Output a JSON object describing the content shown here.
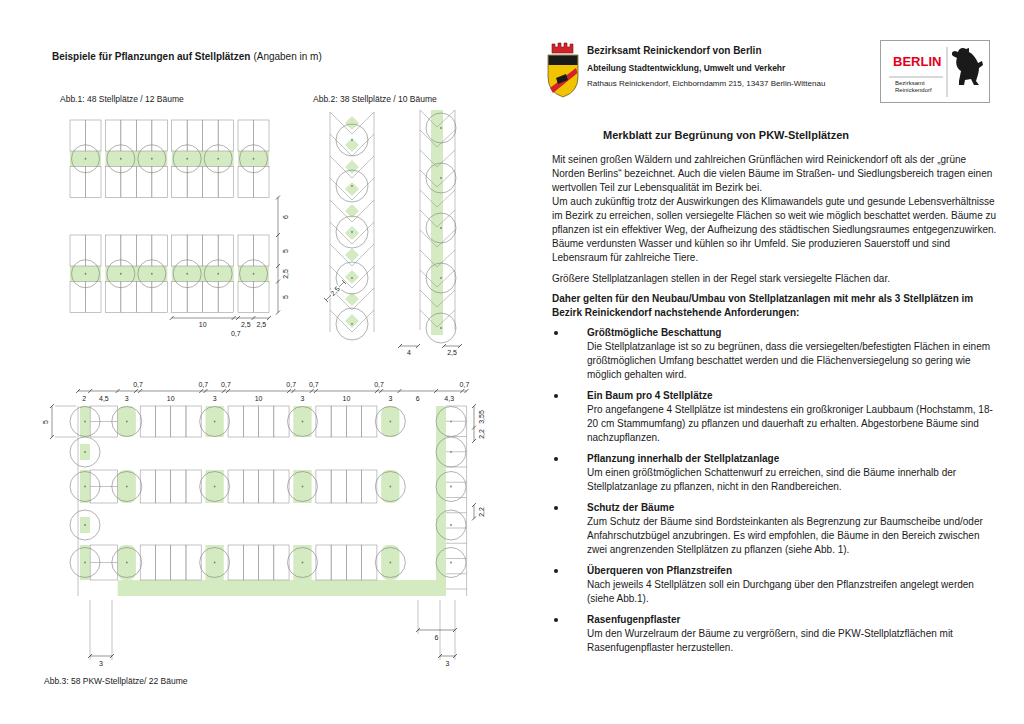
{
  "diagram": {
    "title": "Merkblatt zur Begrünung von PKW-Stellplätzen",
    "nodes": [
      {
        "text": [
          "BERLIN",
          "Bezirksamt Reinickendorf"
        ]
      }
    ],
    "labels": [
      "Beispiele für Pflanzungen auf Stellplätzen",
      "(Angaben in m)",
      "Abb.1: 48 Stellplätze / 12 Bäume",
      "Abb.2: 38 Stellplätze / 10 Bäume",
      "6",
      "5",
      "2,5",
      "5",
      "10",
      "0,7",
      "2,5",
      "2,5",
      "2,5",
      "4",
      "2,5",
      "0,7",
      "0,7",
      "0,7",
      "0,7",
      "0,7",
      "0,7",
      "0,7",
      "2",
      "4,5",
      "3",
      "10",
      "3",
      "10",
      "3",
      "10",
      "3",
      "6",
      "4,3",
      "5",
      "3,55",
      "2,2",
      "2,2",
      "6",
      "3",
      "3",
      "Abb.3: 58 PKW-Stellplätze/ 22 Bäume",
      "Bezirksamt Reinickendorf von Berlin",
      "Abteilung Stadtentwicklung, Umwelt und Verkehr",
      "Rathaus Reinickendorf, Eichborndamm 215, 13437 Berlin-Wittenau",
      "Mit seinen großen Wäldern und zahlreichen Grünflächen wird Reinickendorf oft als der „grüne Norden Berlins“ bezeichnet. Auch die vielen Bäume im Straßen- und Siedlungsbereich tragen einen wertvollen Teil zur Lebensqualität im Bezirk bei.",
      "Um auch zukünftig trotz der Auswirkungen des Klimawandels gute und gesunde Lebensverhältnisse im Bezirk zu erreichen, sollen versiegelte Flächen so weit wie möglich beschattet werden. Bäume zu pflanzen ist ein effektiver Weg, der Aufheizung des städtischen Siedlungsraumes entgegenzuwirken. Bäume verdunsten Wasser und kühlen so ihr Umfeld. Sie produzieren Sauerstoff und sind Lebensraum für zahlreiche Tiere.",
      "Größere Stellplatzanlagen stellen in der Regel stark versiegelte Flächen dar.",
      "Daher gelten für den Neubau/Umbau von Stellplatzanlagen mit mehr als 3 Stellplätzen im Bezirk Reinickendorf nachstehende Anforderungen:",
      "Größtmögliche Beschattung",
      "Die Stellplatzanlage ist so zu begrünen, dass die versiegelten/befestigten Flächen in einem größtmöglichen Umfang beschattet werden und die Flächenversiegelung so gering wie möglich gehalten wird.",
      "Ein Baum pro 4 Stellplätze",
      "Pro angefangene 4 Stellplätze ist mindestens ein großkroniger Laubbaum (Hochstamm, 18-20 cm Stammumfang) zu pflanzen und dauerhaft zu erhalten. Abgestorbene Bäume sind nachzupflanzen.",
      "Pflanzung innerhalb der Stellplatzanlage",
      "Um einen größtmöglichen Schattenwurf zu erreichen, sind die Bäume innerhalb der Stellplatzanlage zu pflanzen, nicht in den Randbereichen.",
      "Schutz der Bäume",
      "Zum Schutz der Bäume sind Bordsteinkanten als Begrenzung zur Baumscheibe und/oder Anfahrschutzbügel anzubringen. Es wird empfohlen, die Bäume in den Bereich zwischen zwei angrenzenden Stellplätzen zu pflanzen (siehe Abb. 1).",
      "Überqueren von Pflanzstreifen",
      "Nach jeweils 4 Stellplätzen soll ein Durchgang über den Pflanzstreifen angelegt werden (siehe Abb.1).",
      "Rasenfugenpflaster",
      "Um den Wurzelraum der Bäume zu vergrößern, sind die PKW-Stellplatzflächen mit Rasenfugenpflaster herzustellen."
    ]
  }
}
